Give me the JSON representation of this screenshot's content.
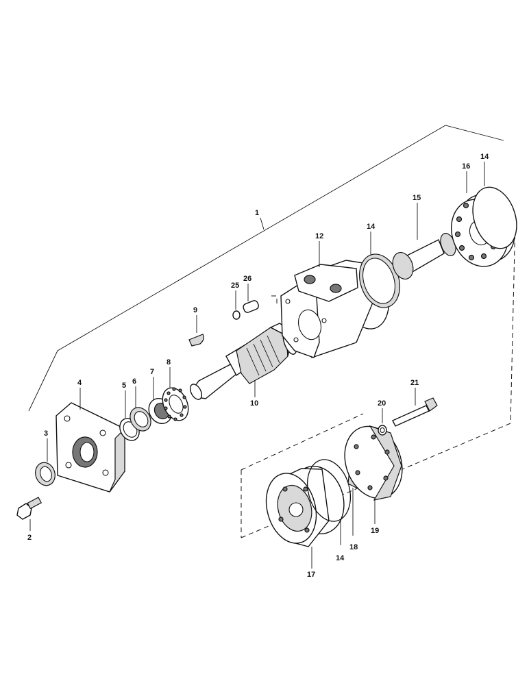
{
  "callouts": {
    "c1": "1",
    "c2": "2",
    "c3": "3",
    "c4": "4",
    "c5": "5",
    "c6": "6",
    "c7": "7",
    "c8": "8",
    "c9": "9",
    "c10": "10",
    "c12": "12",
    "c14a": "14",
    "c14b": "14",
    "c14c": "14",
    "c15": "15",
    "c16": "16",
    "c17": "17",
    "c18": "18",
    "c19": "19",
    "c20": "20",
    "c21": "21",
    "c25": "25",
    "c26": "26"
  }
}
